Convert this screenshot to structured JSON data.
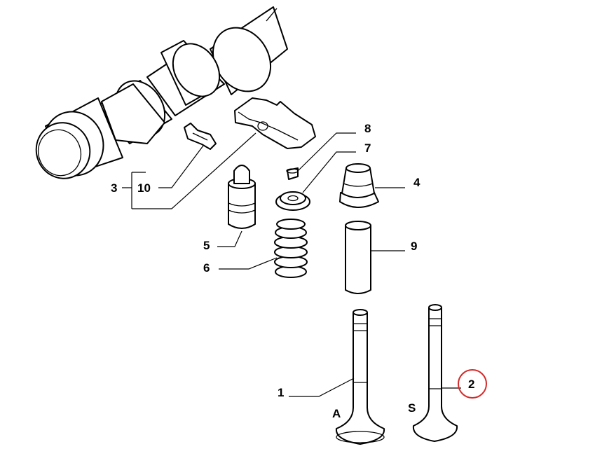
{
  "labels": {
    "p1": "1",
    "p2": "2",
    "p3": "3",
    "p4": "4",
    "p5": "5",
    "p6": "6",
    "p7": "7",
    "p8": "8",
    "p9": "9",
    "p10": "10",
    "intake": "A",
    "exhaust": "S"
  },
  "colors": {
    "line": "#000000",
    "highlight": "#d42a2a",
    "background": "#ffffff"
  }
}
